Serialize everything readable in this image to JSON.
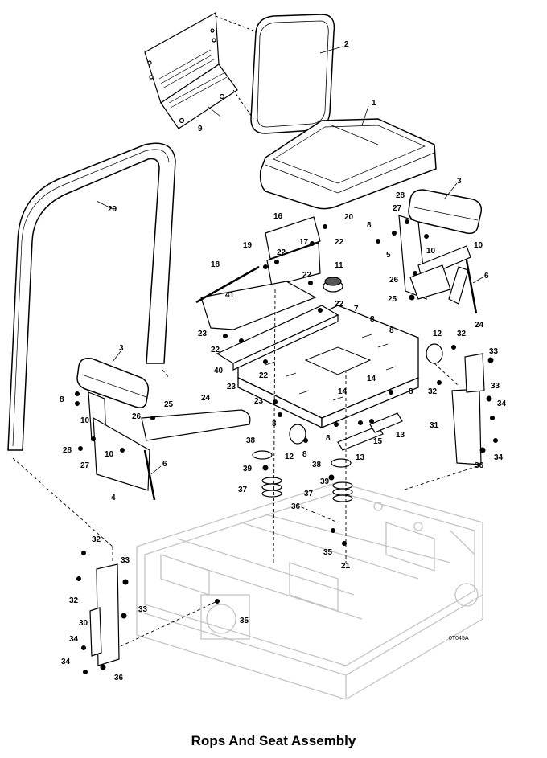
{
  "caption": "Rops And Seat Assembly",
  "drawing_id": "0T045A",
  "callouts": [
    {
      "id": "1",
      "label": "1"
    },
    {
      "id": "2",
      "label": "2"
    },
    {
      "id": "3-right",
      "label": "3"
    },
    {
      "id": "3-left",
      "label": "3"
    },
    {
      "id": "4",
      "label": "4"
    },
    {
      "id": "5",
      "label": "5"
    },
    {
      "id": "6-right",
      "label": "6"
    },
    {
      "id": "6-left",
      "label": "6"
    },
    {
      "id": "7",
      "label": "7"
    },
    {
      "id": "8-a",
      "label": "8"
    },
    {
      "id": "8-b",
      "label": "8"
    },
    {
      "id": "8-c",
      "label": "8"
    },
    {
      "id": "8-d",
      "label": "8"
    },
    {
      "id": "8-e",
      "label": "8"
    },
    {
      "id": "8-f",
      "label": "8"
    },
    {
      "id": "8-g",
      "label": "8"
    },
    {
      "id": "8-h",
      "label": "8"
    },
    {
      "id": "9",
      "label": "9"
    },
    {
      "id": "10-a",
      "label": "10"
    },
    {
      "id": "10-b",
      "label": "10"
    },
    {
      "id": "10-c",
      "label": "10"
    },
    {
      "id": "10-d",
      "label": "10"
    },
    {
      "id": "11",
      "label": "11"
    },
    {
      "id": "12-a",
      "label": "12"
    },
    {
      "id": "12-b",
      "label": "12"
    },
    {
      "id": "13-a",
      "label": "13"
    },
    {
      "id": "13-b",
      "label": "13"
    },
    {
      "id": "14-a",
      "label": "14"
    },
    {
      "id": "14-b",
      "label": "14"
    },
    {
      "id": "15",
      "label": "15"
    },
    {
      "id": "16",
      "label": "16"
    },
    {
      "id": "17",
      "label": "17"
    },
    {
      "id": "18",
      "label": "18"
    },
    {
      "id": "19",
      "label": "19"
    },
    {
      "id": "20",
      "label": "20"
    },
    {
      "id": "21",
      "label": "21"
    },
    {
      "id": "22-a",
      "label": "22"
    },
    {
      "id": "22-b",
      "label": "22"
    },
    {
      "id": "22-c",
      "label": "22"
    },
    {
      "id": "22-d",
      "label": "22"
    },
    {
      "id": "22-e",
      "label": "22"
    },
    {
      "id": "22-f",
      "label": "22"
    },
    {
      "id": "23-a",
      "label": "23"
    },
    {
      "id": "23-b",
      "label": "23"
    },
    {
      "id": "23-c",
      "label": "23"
    },
    {
      "id": "24-right",
      "label": "24"
    },
    {
      "id": "24-left",
      "label": "24"
    },
    {
      "id": "25-right",
      "label": "25"
    },
    {
      "id": "25-left",
      "label": "25"
    },
    {
      "id": "26-right",
      "label": "26"
    },
    {
      "id": "26-left",
      "label": "26"
    },
    {
      "id": "27-right",
      "label": "27"
    },
    {
      "id": "27-left",
      "label": "27"
    },
    {
      "id": "28-right",
      "label": "28"
    },
    {
      "id": "28-left",
      "label": "28"
    },
    {
      "id": "29",
      "label": "29"
    },
    {
      "id": "30",
      "label": "30"
    },
    {
      "id": "31",
      "label": "31"
    },
    {
      "id": "32-a",
      "label": "32"
    },
    {
      "id": "32-b",
      "label": "32"
    },
    {
      "id": "32-c",
      "label": "32"
    },
    {
      "id": "32-d",
      "label": "32"
    },
    {
      "id": "33-a",
      "label": "33"
    },
    {
      "id": "33-b",
      "label": "33"
    },
    {
      "id": "33-c",
      "label": "33"
    },
    {
      "id": "33-d",
      "label": "33"
    },
    {
      "id": "34-a",
      "label": "34"
    },
    {
      "id": "34-b",
      "label": "34"
    },
    {
      "id": "34-c",
      "label": "34"
    },
    {
      "id": "34-d",
      "label": "34"
    },
    {
      "id": "35-a",
      "label": "35"
    },
    {
      "id": "35-b",
      "label": "35"
    },
    {
      "id": "36-a",
      "label": "36"
    },
    {
      "id": "36-b",
      "label": "36"
    },
    {
      "id": "36-c",
      "label": "36"
    },
    {
      "id": "37-a",
      "label": "37"
    },
    {
      "id": "37-b",
      "label": "37"
    },
    {
      "id": "38-a",
      "label": "38"
    },
    {
      "id": "38-b",
      "label": "38"
    },
    {
      "id": "39-a",
      "label": "39"
    },
    {
      "id": "39-b",
      "label": "39"
    },
    {
      "id": "40",
      "label": "40"
    },
    {
      "id": "41",
      "label": "41"
    }
  ]
}
